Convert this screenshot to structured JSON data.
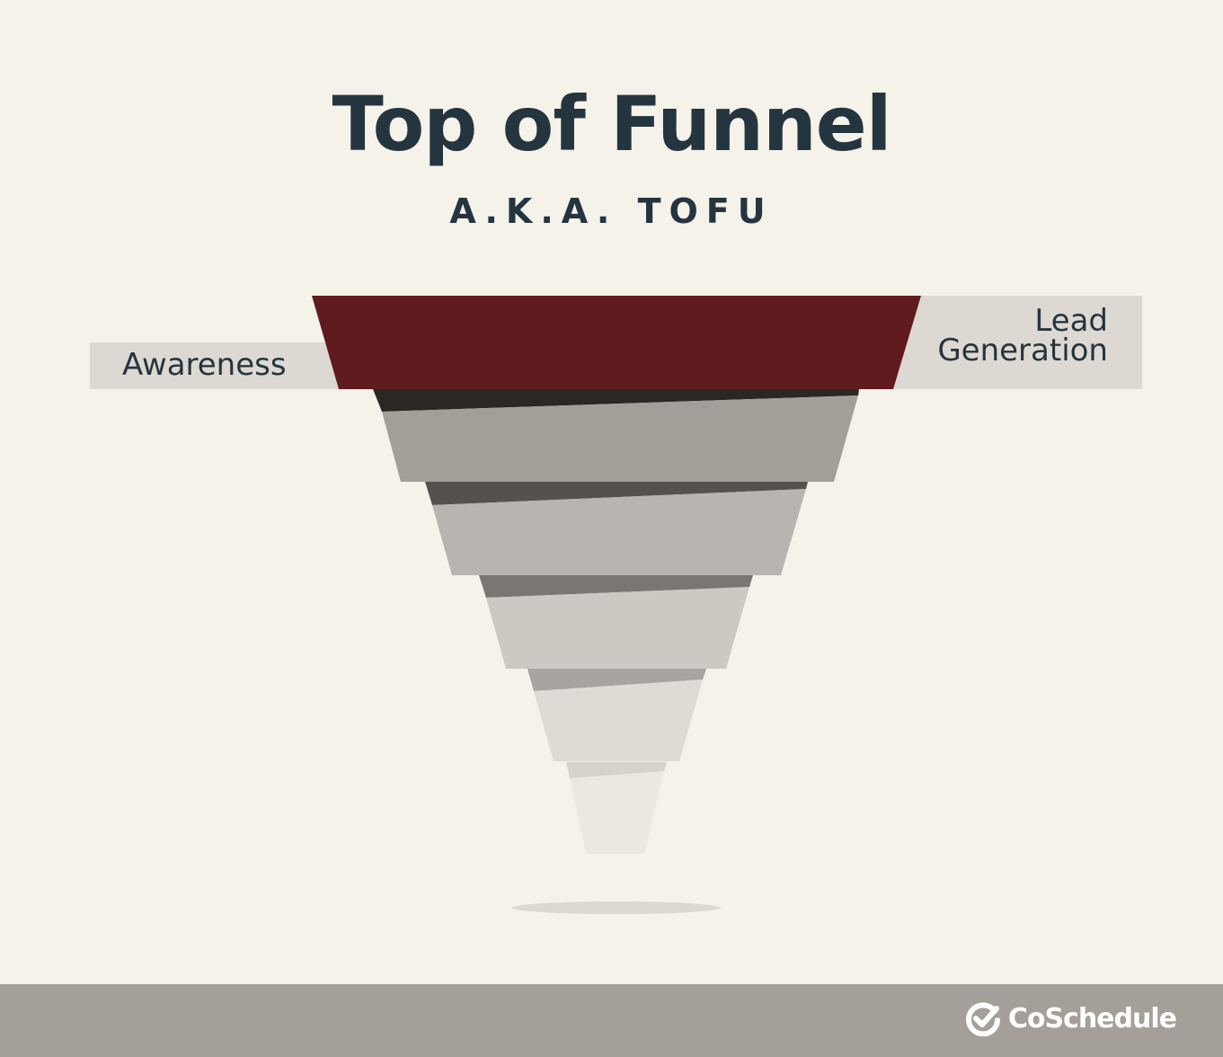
{
  "header": {
    "title": "Top of Funnel",
    "subtitle": "A.K.A. TOFU"
  },
  "labels": {
    "left": "Awareness",
    "right": "Lead Generation"
  },
  "footer": {
    "brand": "CoSchedule"
  },
  "colors": {
    "background": "#f5f2ea",
    "title_text": "#25353f",
    "highlight_tier": "#5f1b1d",
    "label_band": "#ddd9d2",
    "footer_band": "#a49f98",
    "brand_text": "#ffffff"
  },
  "icons": {
    "brand_logo": "check-circle-icon"
  }
}
